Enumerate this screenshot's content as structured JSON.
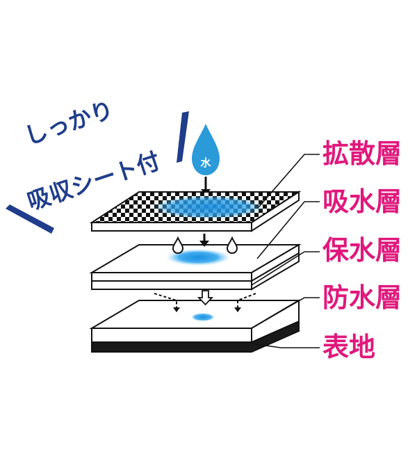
{
  "tagline": {
    "line1": "しっかり",
    "line2": "吸収シート付"
  },
  "drop": {
    "label": "水"
  },
  "layers": [
    {
      "label": "拡散層"
    },
    {
      "label": "吸水層"
    },
    {
      "label": "保水層"
    },
    {
      "label": "防水層"
    },
    {
      "label": "表地"
    }
  ],
  "colors": {
    "label": "#e0187c",
    "tagline": "#1f3d8a",
    "water": "#2a9ad9",
    "outline": "#111111"
  }
}
